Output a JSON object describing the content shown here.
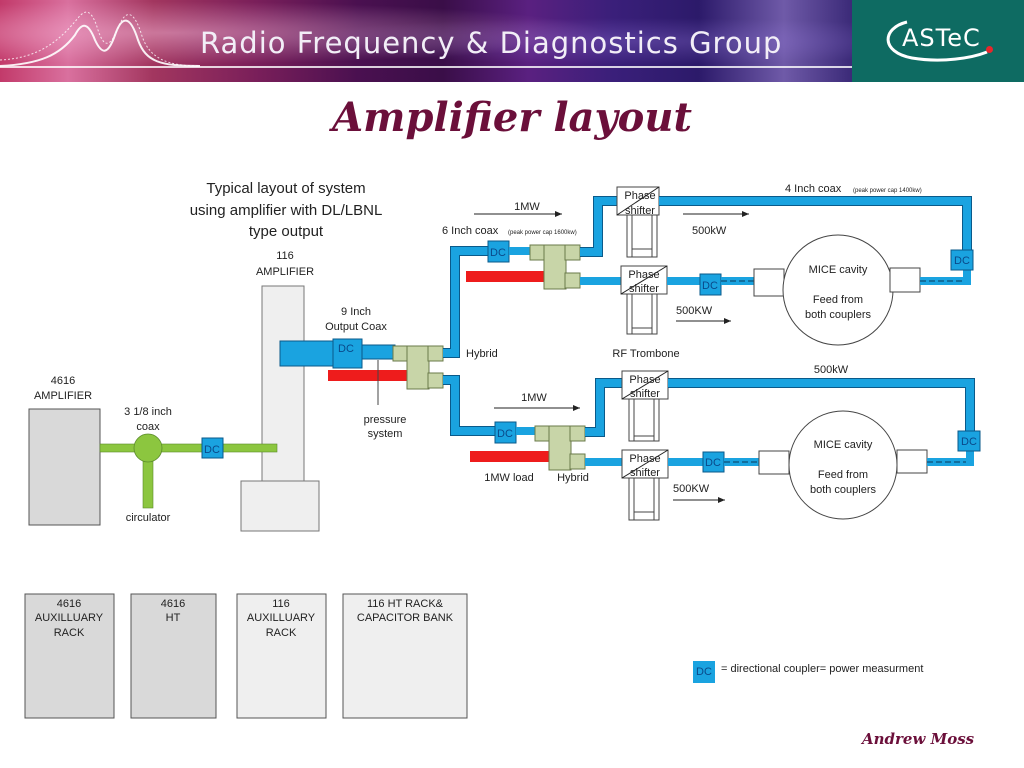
{
  "header": {
    "group_title": "Radio Frequency & Diagnostics Group",
    "logo_text": "ASTeC"
  },
  "slide": {
    "title": "Amplifier layout",
    "author": "Andrew Moss"
  },
  "diagram": {
    "caption_lines": [
      "Typical layout of system",
      "using amplifier with DL/LBNL",
      "type output"
    ],
    "amp116_label": [
      "116",
      "AMPLIFIER"
    ],
    "amp4616_label": [
      "4616",
      "AMPLIFIER"
    ],
    "coax318_label": [
      "3 1/8 inch",
      "coax"
    ],
    "circulator_label": "circulator",
    "output_coax_label": [
      "9 Inch",
      "Output Coax"
    ],
    "pressure_label": [
      "pressure",
      "system"
    ],
    "hybrid_label_1": "Hybrid",
    "hybrid_label_2": "Hybrid",
    "load_label": "1MW load",
    "coax6_label": "6 Inch coax",
    "coax6_note": "(peak power cap 1600kw)",
    "coax4_label": "4 Inch coax",
    "coax4_note": "(peak power cap 1400kw)",
    "power_1mw_top": "1MW",
    "power_1mw_bottom": "1MW",
    "power_500kw_a": "500kW",
    "power_500kw_b": "500KW",
    "power_500kw_c": "500kW",
    "power_500kw_d": "500KW",
    "phase_shifter_label": [
      "Phase",
      "shifter"
    ],
    "rf_trombone_label": "RF Trombone",
    "cavity_label": [
      "MICE cavity",
      "Feed from",
      "both couplers"
    ],
    "dc_label": "DC",
    "racks": [
      {
        "lines": [
          "4616",
          "AUXILLUARY",
          "RACK"
        ]
      },
      {
        "lines": [
          "4616",
          "HT"
        ]
      },
      {
        "lines": [
          "116",
          "AUXILLUARY",
          "RACK"
        ]
      },
      {
        "lines": [
          "116 HT RACK&",
          "CAPACITOR BANK"
        ]
      }
    ],
    "legend_text": "= directional coupler= power measurment"
  },
  "colors": {
    "coax_blue": "#1aa3e0",
    "green_line": "#8cc63f",
    "hybrid_fill": "#c8d5a8",
    "load_red": "#ee1c1c",
    "title_maroon": "#6b0f3a",
    "logo_green": "#0e6b62"
  }
}
